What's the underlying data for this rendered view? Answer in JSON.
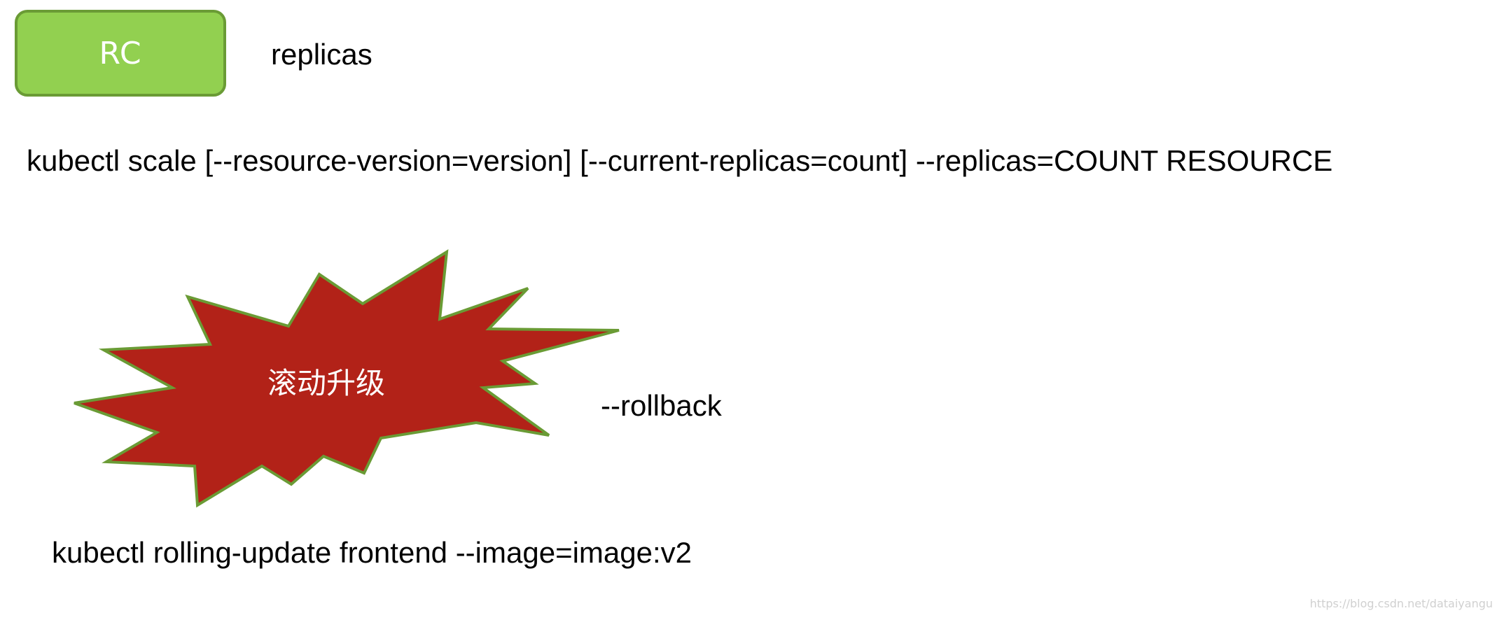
{
  "rc_box": {
    "label": "RC"
  },
  "replicas_label": "replicas",
  "scale_command": "kubectl scale [--resource-version=version] [--current-replicas=count] --replicas=COUNT RESOURCE",
  "burst": {
    "label": "滚动升级",
    "fill_color": "#b22218",
    "border_color": "#6a9b35"
  },
  "rollback_label": "--rollback",
  "rolling_update_command": "kubectl rolling-update frontend --image=image:v2",
  "watermark": "https://blog.csdn.net/dataiyangu",
  "colors": {
    "rc_fill": "#92d050",
    "rc_border": "#6a9b35",
    "rc_text": "#ffffff"
  }
}
